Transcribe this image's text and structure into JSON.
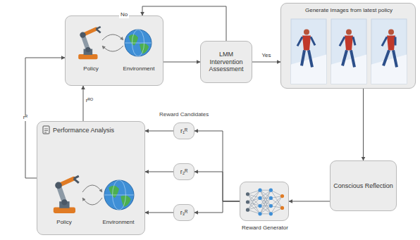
{
  "diagram": {
    "nodes": [
      {
        "text": [
          "Policy",
          "Environment"
        ]
      },
      {
        "text": [
          "LMM Intervention Assessment"
        ]
      },
      {
        "text": [
          "Generate Images from latest policy"
        ]
      },
      {
        "text": [
          "Conscious Reflection"
        ]
      },
      {
        "text": [
          "Reward Generator"
        ]
      },
      {
        "text": [
          "r₁ᴿ"
        ]
      },
      {
        "text": [
          "r₂ᴿ"
        ]
      },
      {
        "text": [
          "r₃ᴿ"
        ]
      },
      {
        "text": [
          "Performance Analysis",
          "Policy",
          "Environment"
        ]
      }
    ],
    "edges": [
      {
        "from": 0,
        "to": 1,
        "arrow": "to"
      },
      {
        "from": 1,
        "to": 0,
        "label": "No",
        "arrow": "to"
      },
      {
        "from": 1,
        "to": 2,
        "label": "Yes",
        "arrow": "to"
      },
      {
        "from": 2,
        "to": 3,
        "arrow": "to"
      },
      {
        "from": 3,
        "to": 4,
        "arrow": "to"
      },
      {
        "from": 4,
        "to": 5,
        "arrow": "to"
      },
      {
        "from": 4,
        "to": 6,
        "arrow": "to"
      },
      {
        "from": 4,
        "to": 7,
        "arrow": "to"
      },
      {
        "from": 5,
        "to": 8,
        "arrow": "to"
      },
      {
        "from": 6,
        "to": 8,
        "arrow": "to"
      },
      {
        "from": 7,
        "to": 8,
        "arrow": "to"
      },
      {
        "from": 8,
        "to": 0,
        "label": "rᴿ",
        "arrow": "to"
      },
      {
        "from": 8,
        "to": 0,
        "label": "rᴿᴼ",
        "arrow": "to"
      }
    ],
    "labels": [
      "Reward Candidates"
    ]
  }
}
